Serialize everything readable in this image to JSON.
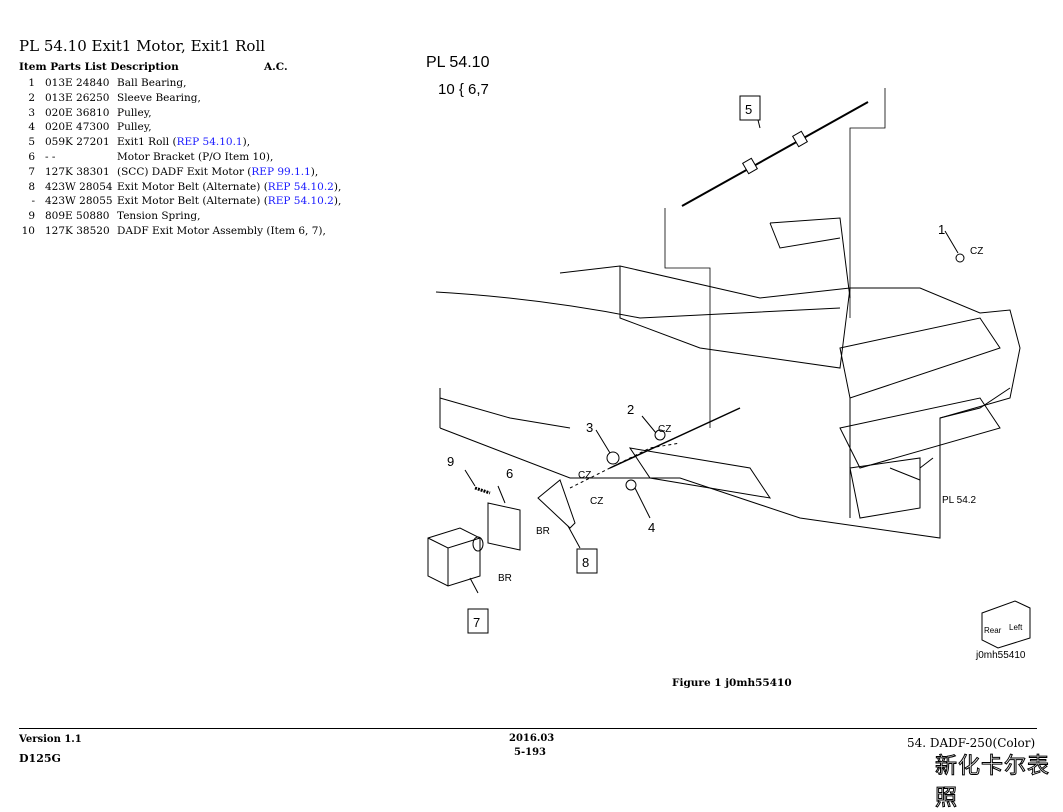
{
  "title": "PL 54.10  Exit1 Motor, Exit1 Roll",
  "header": {
    "item": "Item",
    "parts": "Parts List",
    "desc": "Description",
    "ac": "A.C."
  },
  "rows": [
    {
      "item": "1",
      "part": "013E 24840",
      "desc": "Ball Bearing,",
      "ref": "",
      "tail": ""
    },
    {
      "item": "2",
      "part": "013E 26250",
      "desc": "Sleeve Bearing,",
      "ref": "",
      "tail": ""
    },
    {
      "item": "3",
      "part": "020E 36810",
      "desc": "Pulley,",
      "ref": "",
      "tail": ""
    },
    {
      "item": "4",
      "part": "020E 47300",
      "desc": "Pulley,",
      "ref": "",
      "tail": ""
    },
    {
      "item": "5",
      "part": "059K 27201",
      "desc": "Exit1 Roll (",
      "ref": "REP 54.10.1",
      "tail": "),"
    },
    {
      "item": "6",
      "part": "- -",
      "desc": "Motor Bracket (P/O Item 10),",
      "ref": "",
      "tail": ""
    },
    {
      "item": "7",
      "part": "127K 38301",
      "desc": "(SCC) DADF Exit Motor (",
      "ref": "REP 99.1.1",
      "tail": "),"
    },
    {
      "item": "8",
      "part": "423W 28054",
      "desc": "Exit Motor Belt (Alternate) (",
      "ref": "REP 54.10.2",
      "tail": "),"
    },
    {
      "item": "-",
      "part": "423W 28055",
      "desc": "Exit Motor Belt (Alternate) (",
      "ref": "REP 54.10.2",
      "tail": "),"
    },
    {
      "item": "9",
      "part": "809E 50880",
      "desc": "Tension Spring,",
      "ref": "",
      "tail": ""
    },
    {
      "item": "10",
      "part": "127K 38520",
      "desc": "DADF Exit Motor Assembly (Item 6, 7),",
      "ref": "",
      "tail": ""
    }
  ],
  "diagram": {
    "pl": "PL 54.10",
    "group": "10 { 6,7",
    "callouts": [
      "1",
      "2",
      "3",
      "4",
      "5",
      "6",
      "7",
      "8",
      "9"
    ],
    "cz": "CZ",
    "br": "BR",
    "pl2": "PL 54.2",
    "rear": "Rear",
    "left": "Left",
    "code": "j0mh55410"
  },
  "caption": "Figure 1 j0mh55410",
  "footer": {
    "version": "Version 1.1",
    "model": "D125G",
    "date": "2016.03",
    "page": "5-193",
    "section": "54. DADF-250(Color)",
    "watermark": "新化卡尔表照"
  }
}
